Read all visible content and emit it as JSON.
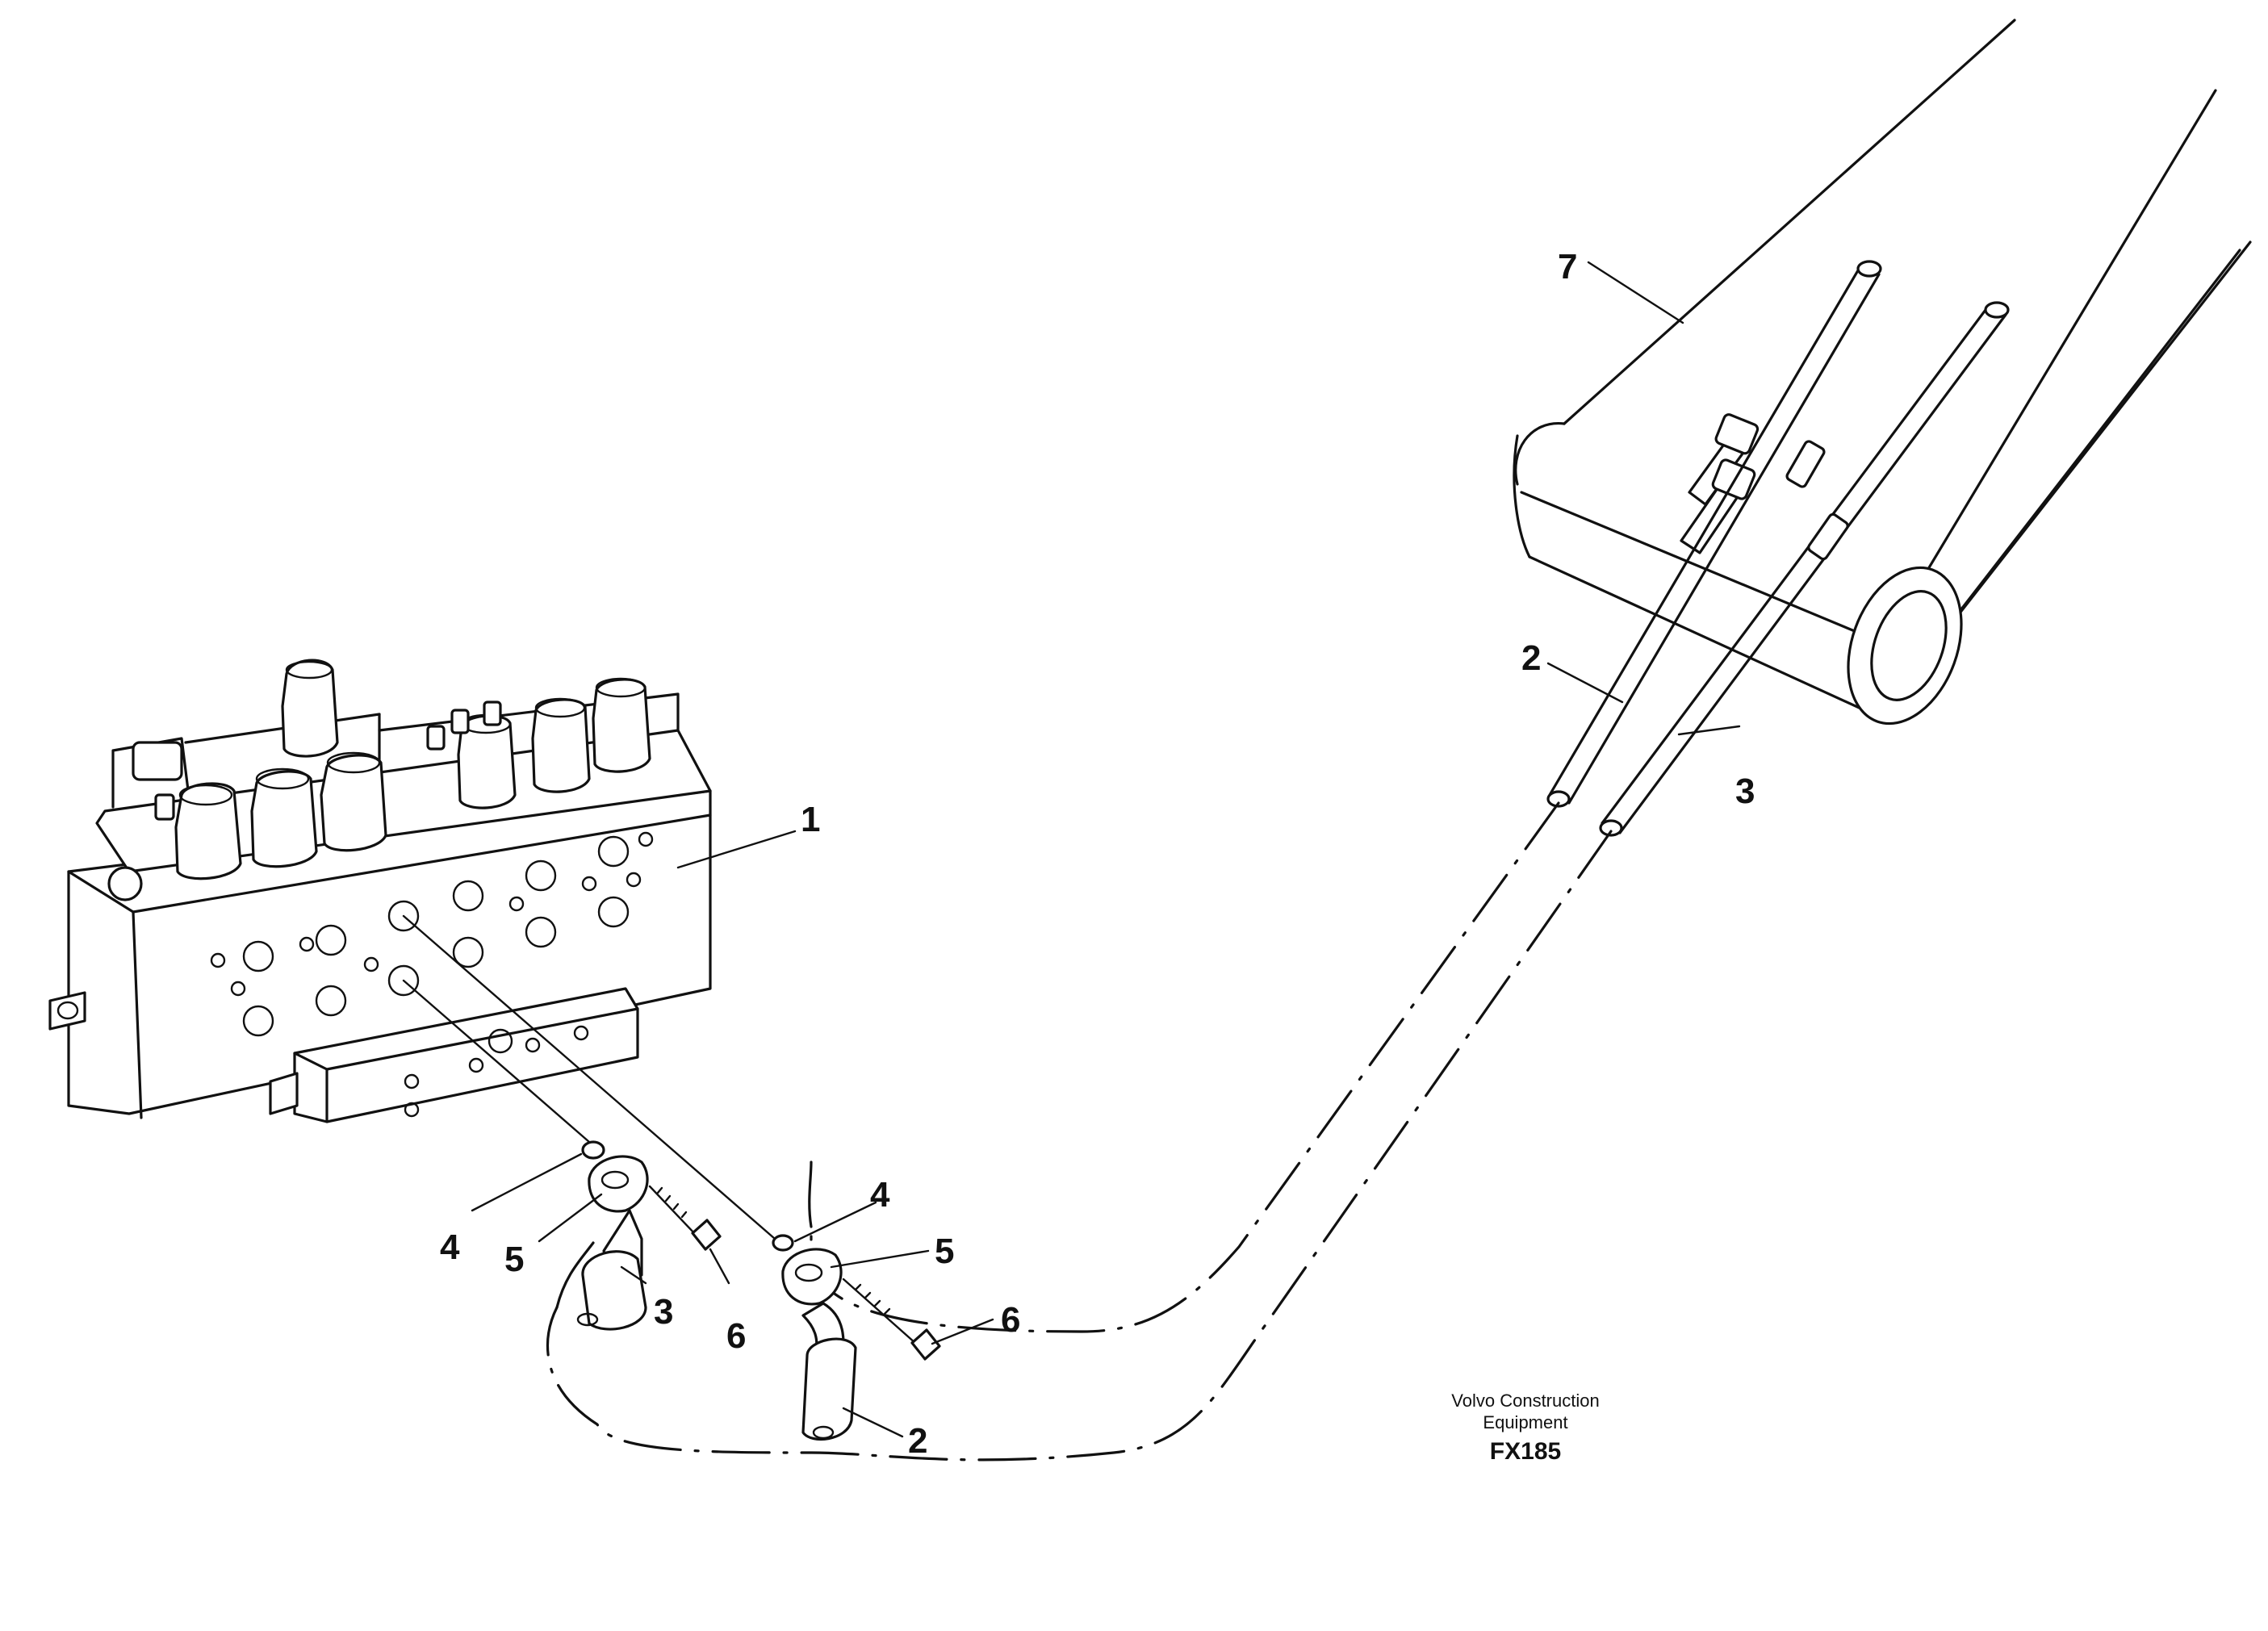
{
  "callouts": {
    "c1": "1",
    "c2_top": "2",
    "c3_top": "3",
    "c7": "7",
    "c4_left": "4",
    "c5_left": "5",
    "c3_bottom": "3",
    "c6_left": "6",
    "c4_right": "4",
    "c5_right": "5",
    "c6_right": "6",
    "c2_bottom": "2"
  },
  "caption": {
    "line1": "Volvo Construction",
    "line2": "Equipment",
    "code": "FX185"
  }
}
